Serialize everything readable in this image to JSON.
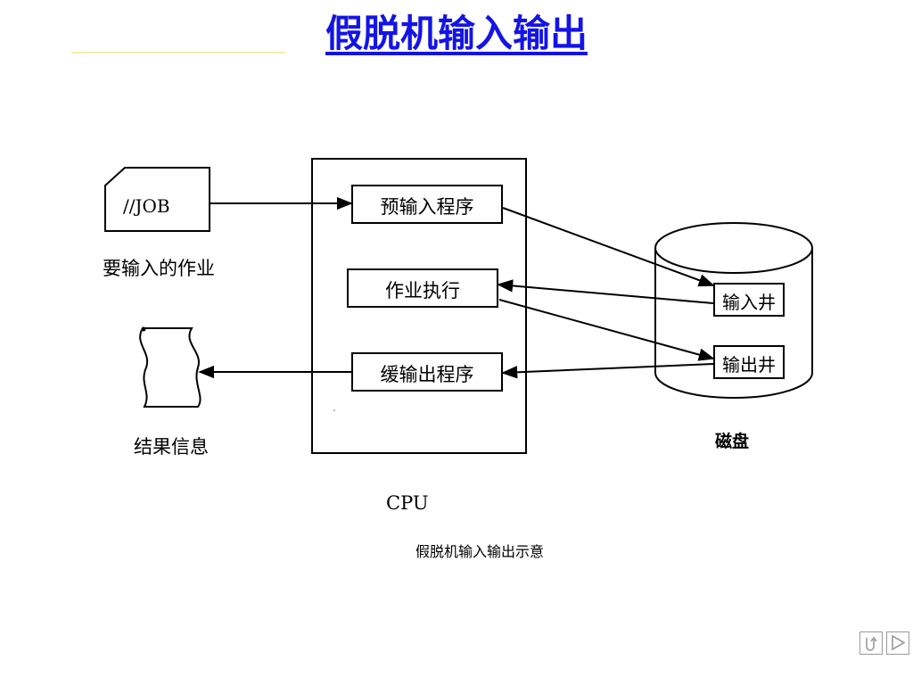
{
  "title": "假脱机输入输出",
  "job_card": "//JOB",
  "job_label": "要输入的作业",
  "result_label": "结果信息",
  "cpu_label": "CPU",
  "disk_label": "磁盘",
  "caption": "假脱机输入输出示意",
  "programs": {
    "spool_in": "预输入程序",
    "execute": "作业执行",
    "spool_out": "缓输出程序"
  },
  "wells": {
    "input": "输入井",
    "output": "输出井"
  },
  "nav": {
    "back_icon": "return-icon",
    "next_icon": "play-triangle-icon"
  }
}
